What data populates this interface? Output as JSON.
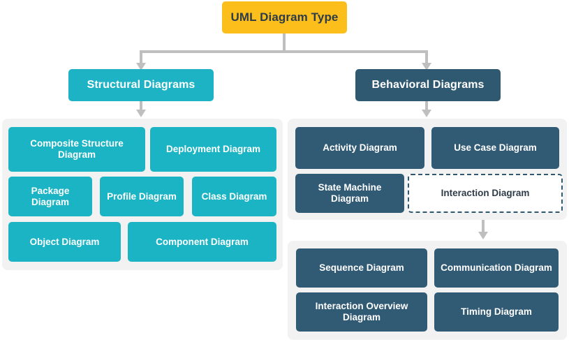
{
  "diagram": {
    "title": "UML Diagram Type",
    "colors": {
      "root_fill": "#FBBE1B",
      "root_text": "#2E3B48",
      "structural_fill": "#1BB4C4",
      "behavioral_fill": "#2F5871",
      "panel_fill": "#F2F2F2",
      "connector": "#BFBFBF",
      "dashed_border": "#2F5871",
      "leaf_text": "#FFFFFF"
    },
    "root": {
      "label": "UML Diagram Type"
    },
    "branches": [
      {
        "key": "structural",
        "label": "Structural Diagrams",
        "style": "teal",
        "children": [
          "Composite Structure Diagram",
          "Deployment Diagram",
          "Package Diagram",
          "Profile Diagram",
          "Class Diagram",
          "Object Diagram",
          "Component Diagram"
        ]
      },
      {
        "key": "behavioral",
        "label": "Behavioral Diagrams",
        "style": "slate",
        "children": [
          "Activity Diagram",
          "Use Case Diagram",
          "State Machine Diagram",
          "Interaction Diagram"
        ],
        "sub_group": {
          "parent": "Interaction Diagram",
          "children": [
            "Sequence Diagram",
            "Communication Diagram",
            "Interaction Overview Diagram",
            "Timing Diagram"
          ]
        }
      }
    ],
    "nodes": {
      "composite_structure": "Composite Structure Diagram",
      "deployment": "Deployment Diagram",
      "package": "Package Diagram",
      "profile": "Profile Diagram",
      "class": "Class Diagram",
      "object": "Object Diagram",
      "component": "Component Diagram",
      "activity": "Activity Diagram",
      "use_case": "Use Case Diagram",
      "state_machine": "State Machine Diagram",
      "interaction": "Interaction Diagram",
      "sequence": "Sequence Diagram",
      "communication": "Communication Diagram",
      "interaction_overview": "Interaction Overview Diagram",
      "timing": "Timing Diagram"
    }
  }
}
